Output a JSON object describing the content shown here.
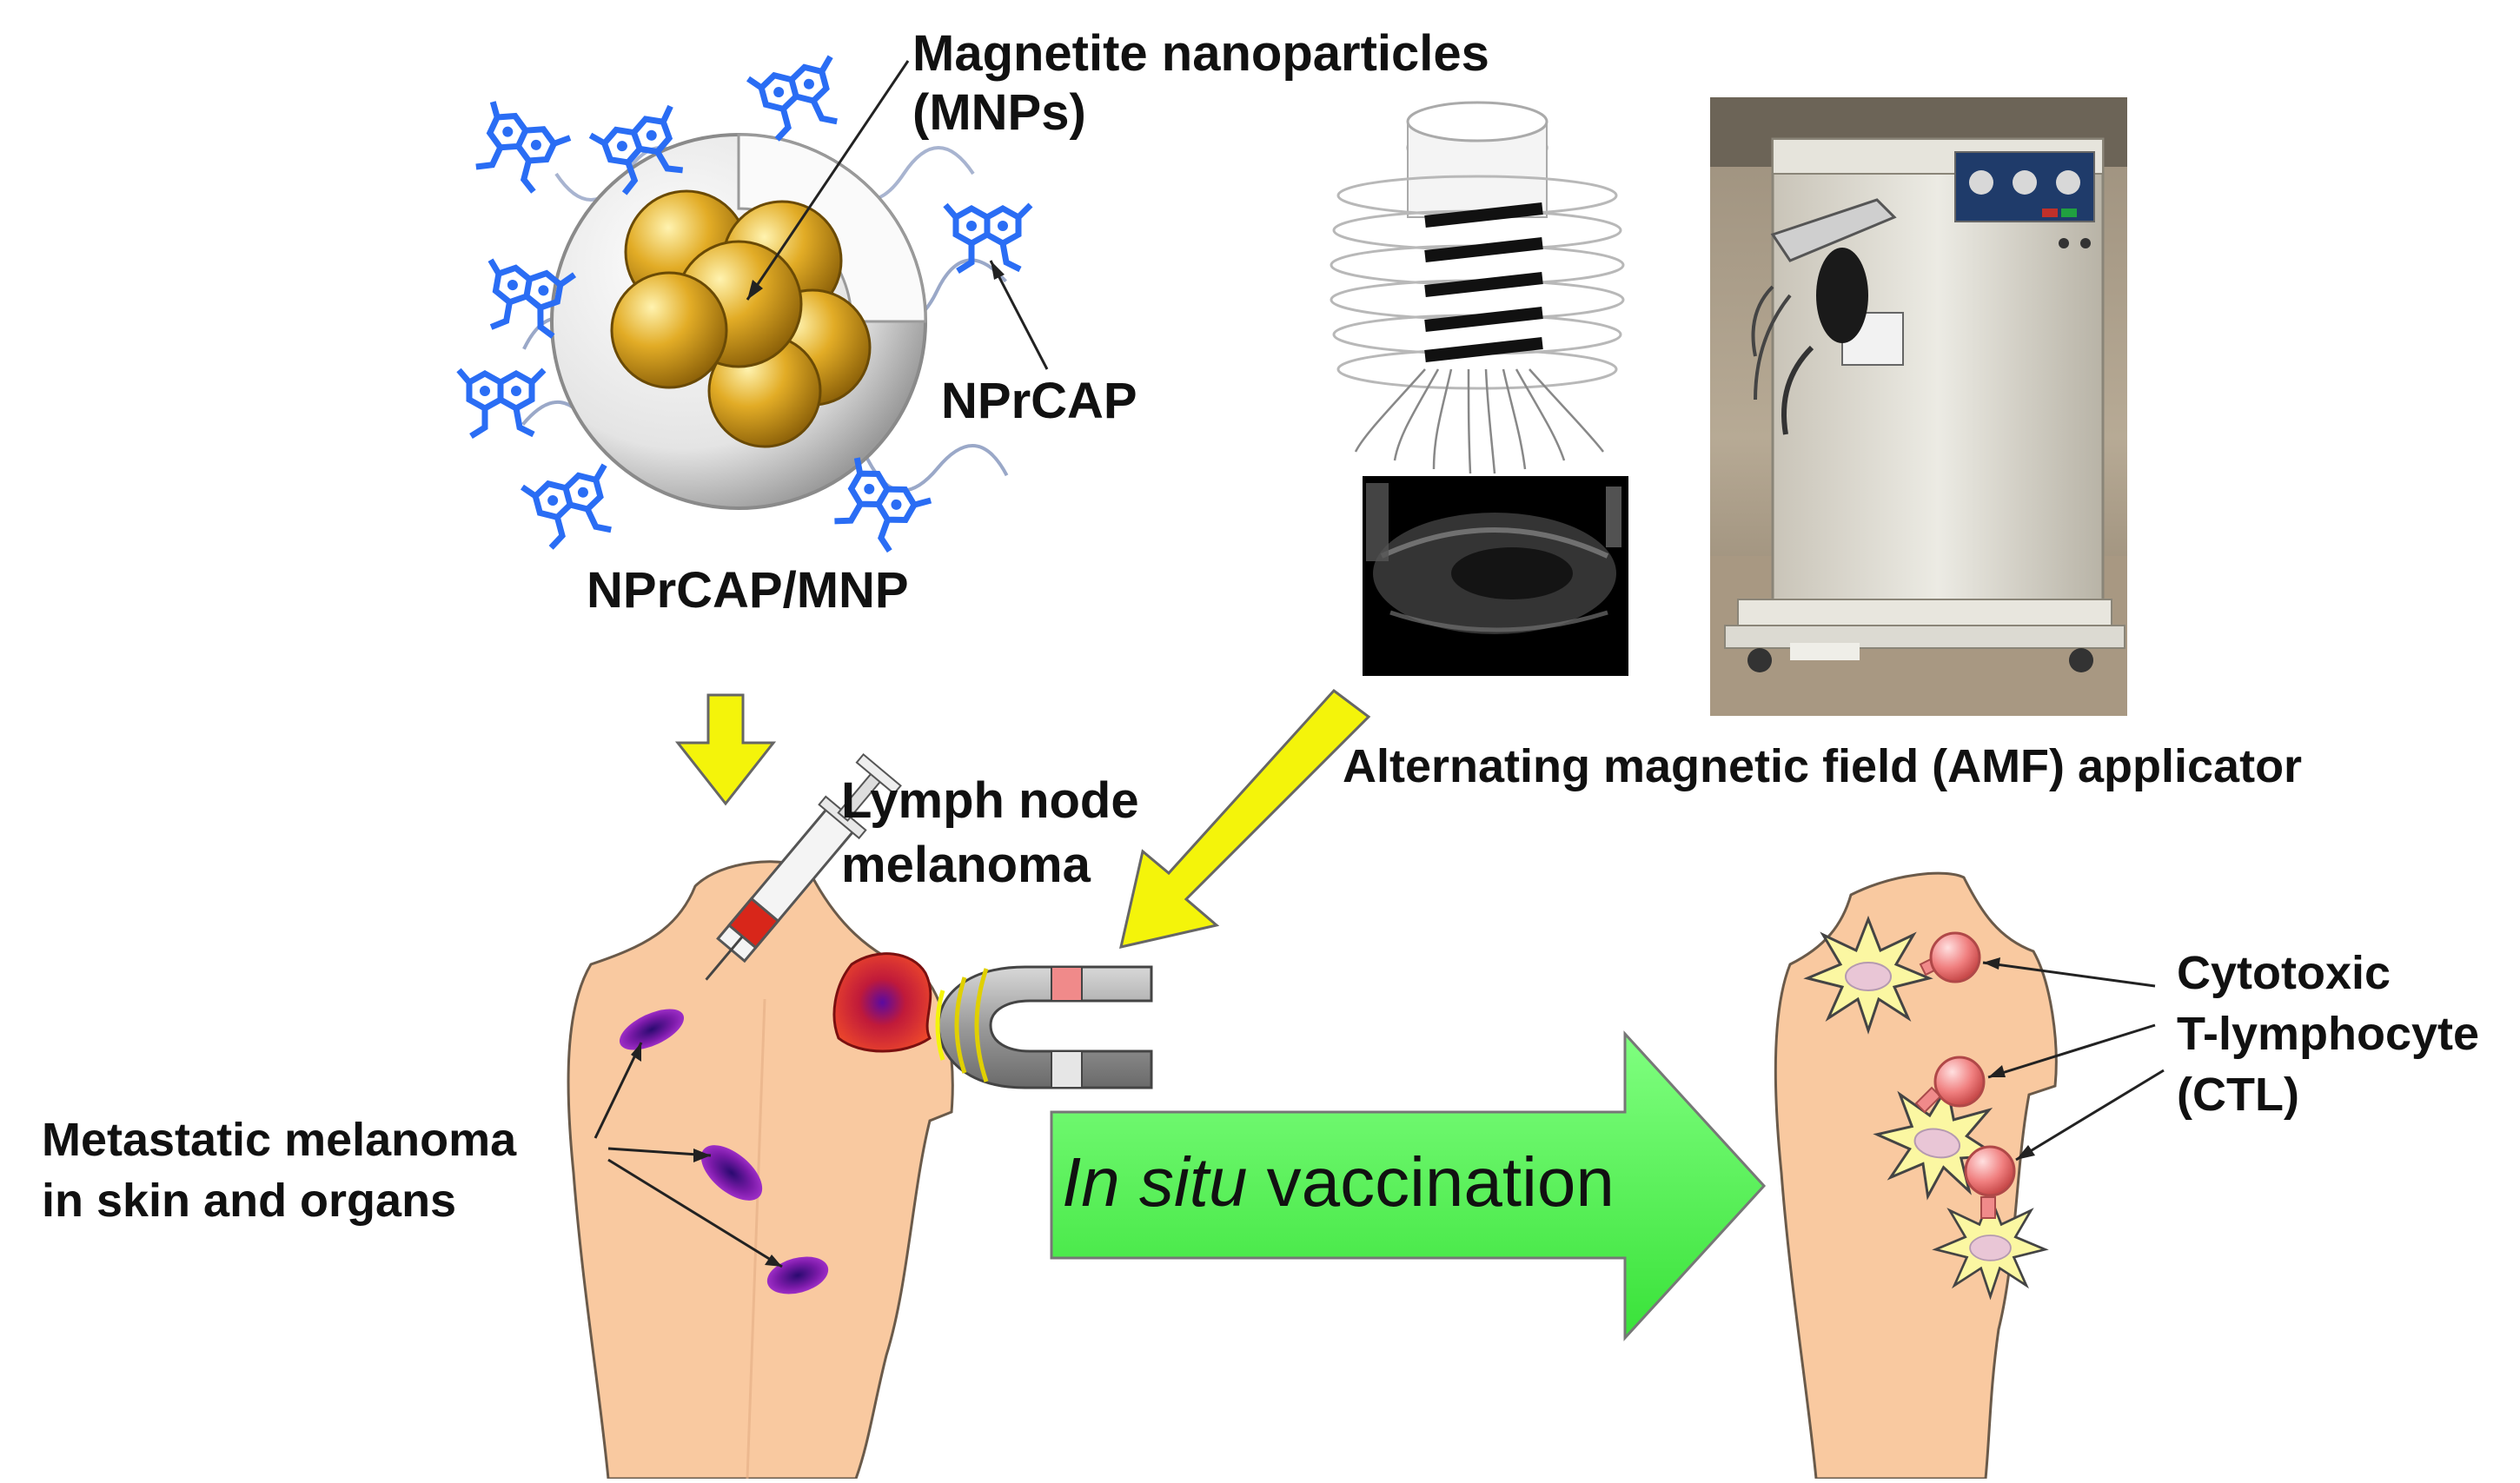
{
  "labels": {
    "mnp_title_line1": "Magnetite nanoparticles",
    "mnp_title_line2": "(MNPs)",
    "nprcap": "NPrCAP",
    "nprcap_mnp": "NPrCAP/MNP",
    "amf_applicator": "Alternating magnetic field (AMF) applicator",
    "lymph_line1": "Lymph node",
    "lymph_line2": "melanoma",
    "metastatic_line1": "Metastatic melanoma",
    "metastatic_line2": "in skin and organs",
    "vaccination_italic": "In situ",
    "vaccination_rest": " vaccination",
    "ctl_line1": "Cytotoxic",
    "ctl_line2": "T-lymphocyte",
    "ctl_line3": "(CTL)"
  },
  "colors": {
    "skin": "#f9c9a0",
    "skin_stroke": "#7a6a5a",
    "gold": "#d9a21b",
    "ligand_blue": "#2a6df4",
    "yellow_arrow": "#f4f40a",
    "green_arrow": "#5cf75c",
    "melanoma_purple": "#7a1aa8",
    "lymph_red": "#e03a2a",
    "ctl_pink": "#f08a8a"
  }
}
